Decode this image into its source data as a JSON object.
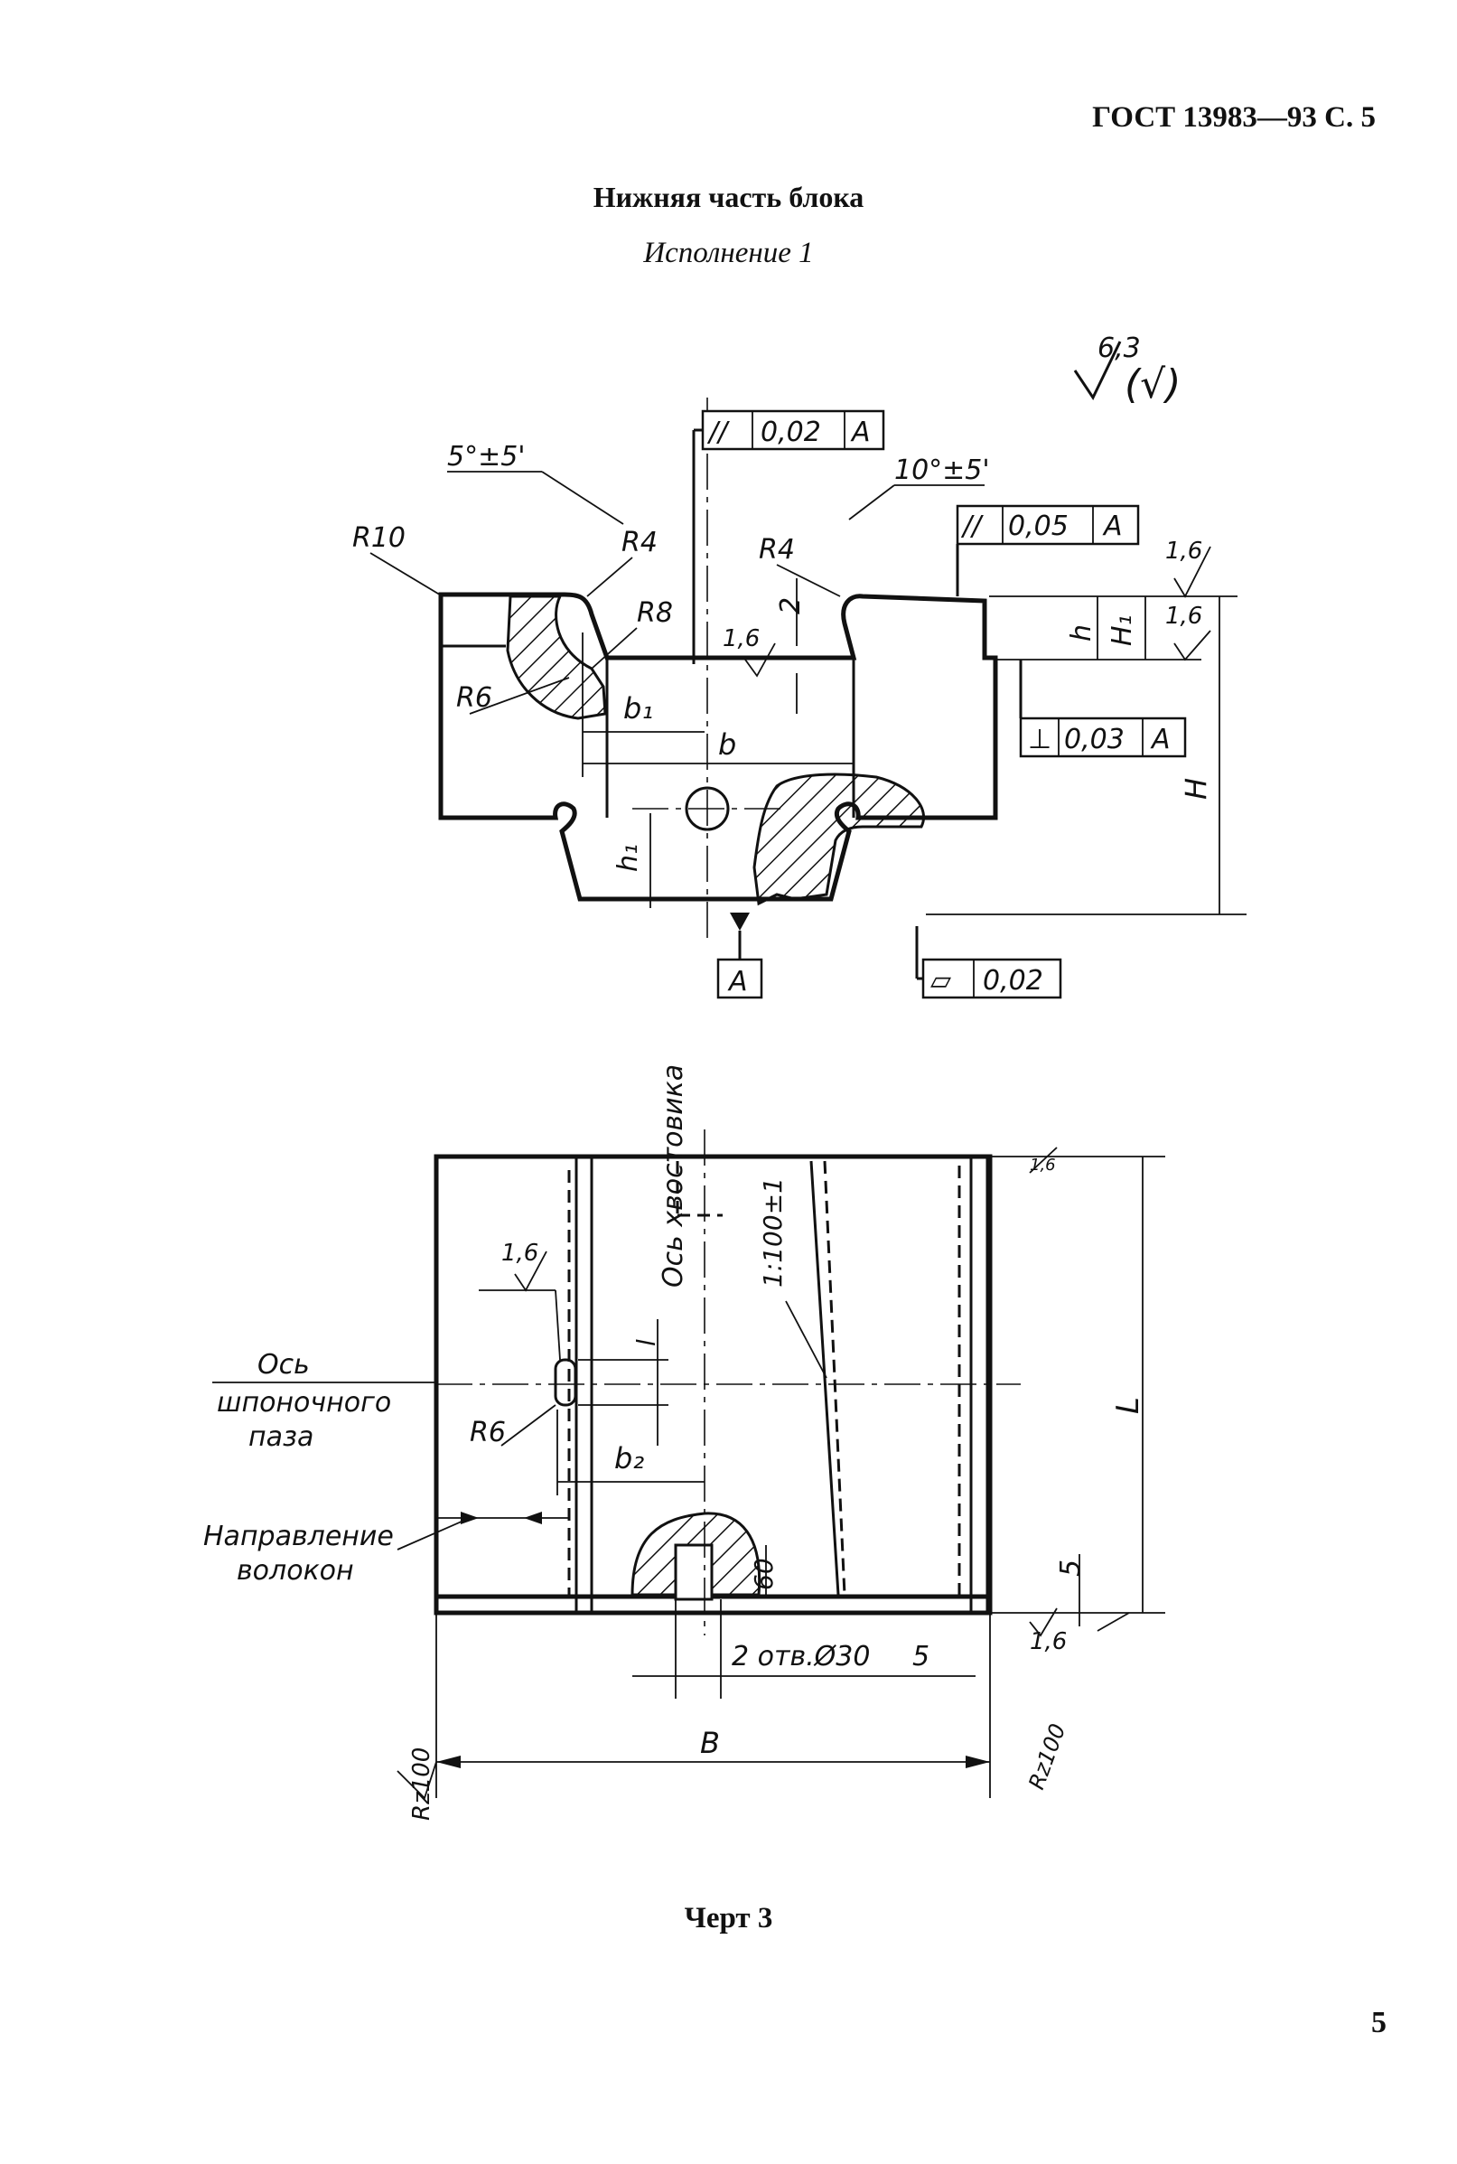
{
  "header": {
    "standard": "ГОСТ 13983—93 С. 5"
  },
  "title": "Нижняя часть блока",
  "subtitle": "Исполнение 1",
  "caption": "Черт 3",
  "page_number": "5",
  "drawing1": {
    "roughness_general": "6,3",
    "roughness_general_bracket": "(√)",
    "angle_left": "5°±5'",
    "angle_right": "10°±5'",
    "parallel_tol": {
      "symbol": "//",
      "value": "0,02",
      "datum": "A"
    },
    "parallel_tol2": {
      "symbol": "//",
      "value": "0,05",
      "datum": "A"
    },
    "perp_tol": {
      "symbol": "⊥",
      "value": "0,03",
      "datum": "A"
    },
    "flat_tol": {
      "symbol": "▱",
      "value": "0,02"
    },
    "datum": "A",
    "labels": {
      "r10": "R10",
      "r4_left": "R4",
      "r4_right": "R4",
      "r8": "R8",
      "r6": "R6",
      "dim_2": "2",
      "rough_16_center": "1,6",
      "b1": "b₁",
      "b": "b",
      "h": "h",
      "H1": "H₁",
      "H": "H",
      "h1": "h₁",
      "rough_16_top": "1,6",
      "rough_16_side": "1,6"
    }
  },
  "drawing2": {
    "labels": {
      "axis_keyway_1": "Ось",
      "axis_keyway_2": "шпоночного",
      "axis_keyway_3": "паза",
      "fiber_1": "Направление",
      "fiber_2": "волокон",
      "axis_shank": "Ось хвостовика",
      "taper": "1:100±1",
      "rough_16": "1,6",
      "l": "l",
      "r6": "R6",
      "b2": "b₂",
      "dim_60": "60",
      "holes": "2 отв.Ø30",
      "dim_5_bottom": "5",
      "dim_5_side": "5",
      "L": "L",
      "B": "B",
      "rough_16_b": "1,6",
      "rz_right": "Rz100",
      "rz_left": "Rz100",
      "rough_16_rt": "1,6"
    }
  }
}
